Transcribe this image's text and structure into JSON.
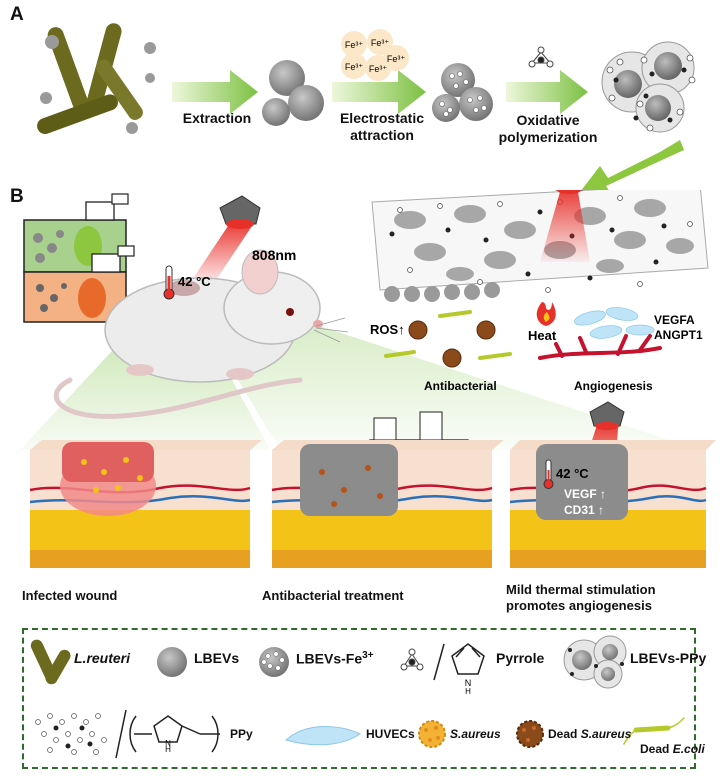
{
  "panels": {
    "a": "A",
    "b": "B"
  },
  "steps": {
    "extraction": "Extraction",
    "electrostatic": [
      "Electrostatic",
      "attraction"
    ],
    "oxidative": [
      "Oxidative",
      "polymerization"
    ]
  },
  "fe_ions": [
    "Fe³⁺",
    "Fe³⁺",
    "Fe³⁺",
    "Fe³⁺",
    "Fe³⁺"
  ],
  "laser": "808nm",
  "temp_mouse": "42 °C",
  "temp_tissue": "42 °C",
  "mechanism": {
    "ros": "ROS↑",
    "antibacterial": "Antibacterial",
    "heat": "Heat",
    "vegfa": "VEGFA",
    "angpt1": "ANGPT1",
    "angiogenesis": "Angiogenesis"
  },
  "tissue_markers": {
    "vegf": "VEGF ↑",
    "cd31": "CD31 ↑"
  },
  "captions": {
    "infected": "Infected wound",
    "treatment": "Antibacterial treatment",
    "mild": [
      "Mild thermal stimulation",
      "promotes angiogenesis"
    ]
  },
  "legend": {
    "lreuteri": "L.reuteri",
    "lbevs": "LBEVs",
    "lbevs_fe": "LBEVs-Fe",
    "lbevs_fe_sup": "3+",
    "pyrrole": "Pyrrole",
    "lbevs_ppy": "LBEVs-PPy",
    "ppy": "PPy",
    "huvecs": "HUVECs",
    "saureus": "S.aureus",
    "dead": "Dead",
    "dead_saureus": "S.aureus",
    "dead_ecoli": "E.coli"
  },
  "colors": {
    "arrow_green": "#8dc63f",
    "bacteria_olive": "#6b6a1e",
    "vesicle_gray": "#9a9a9a",
    "heat_red": "#e8302a",
    "vessel_red": "#c4122f",
    "fat_yellow": "#f3c318",
    "legend_border": "#2f6b2a"
  }
}
